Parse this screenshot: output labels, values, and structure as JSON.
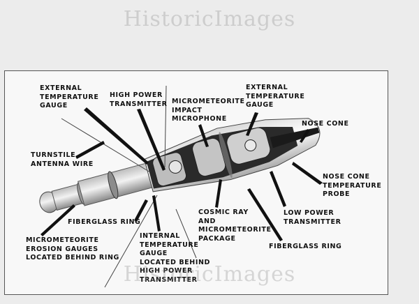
{
  "watermark": "HistoricImages",
  "labels": {
    "external_temp_gauge_left": [
      "EXTERNAL",
      "TEMPERATURE",
      "GAUGE"
    ],
    "high_power_transmitter": [
      "HIGH POWER",
      "TRANSMITTER"
    ],
    "micrometeorite_impact_microphone": [
      "MICROMETEORITE",
      "IMPACT",
      "MICROPHONE"
    ],
    "external_temp_gauge_right": [
      "EXTERNAL",
      "TEMPERATURE",
      "GAUGE"
    ],
    "nose_cone": [
      "NOSE CONE"
    ],
    "turnstile_antenna_wire": [
      "TURNSTILE",
      "ANTENNA WIRE"
    ],
    "nose_cone_temp_probe": [
      "NOSE CONE",
      "TEMPERATURE",
      "PROBE"
    ],
    "fiberglass_ring_left": [
      "FIBERGLASS RING"
    ],
    "cosmic_ray_package": [
      "COSMIC RAY",
      "AND",
      "MICROMETEORITE",
      "PACKAGE"
    ],
    "low_power_transmitter": [
      "LOW POWER",
      "TRANSMITTER"
    ],
    "micrometeorite_erosion_gauges": [
      "MICROMETEORITE",
      "EROSION GAUGES",
      "LOCATED BEHIND RING"
    ],
    "internal_temp_gauge": [
      "INTERNAL",
      "TEMPERATURE",
      "GAUGE",
      "LOCATED BEHIND",
      "HIGH POWER",
      "TRANSMITTER"
    ],
    "fiberglass_ring_right": [
      "FIBERGLASS RING"
    ]
  }
}
